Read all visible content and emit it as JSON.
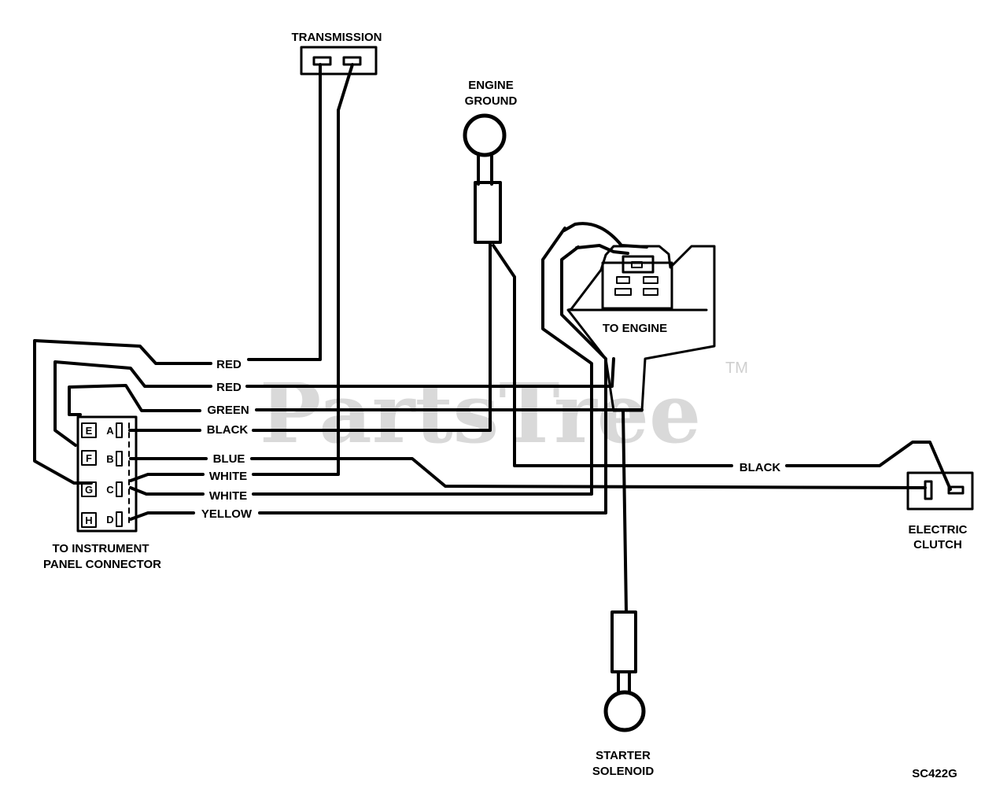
{
  "watermark": {
    "text": "PartsTree",
    "trademark": "TM"
  },
  "components": {
    "transmission": "TRANSMISSION",
    "engine_ground": [
      "ENGINE",
      "GROUND"
    ],
    "to_engine": "TO ENGINE",
    "electric_clutch": [
      "ELECTRIC",
      "CLUTCH"
    ],
    "starter_solenoid": [
      "STARTER",
      "SOLENOID"
    ],
    "instrument_panel": [
      "TO INSTRUMENT",
      "PANEL CONNECTOR"
    ]
  },
  "connector_pins": {
    "left": [
      "E",
      "F",
      "G",
      "H"
    ],
    "right": [
      "A",
      "B",
      "C",
      "D"
    ]
  },
  "wires": {
    "red_1": "RED",
    "red_2": "RED",
    "green": "GREEN",
    "black_ground": "BLACK",
    "blue": "BLUE",
    "white_1": "WHITE",
    "white_2": "WHITE",
    "yellow": "YELLOW",
    "black_clutch": "BLACK"
  },
  "figure_code": "SC422G",
  "colors": {
    "ink": "#000000",
    "watermark": "#d9d9d9"
  }
}
